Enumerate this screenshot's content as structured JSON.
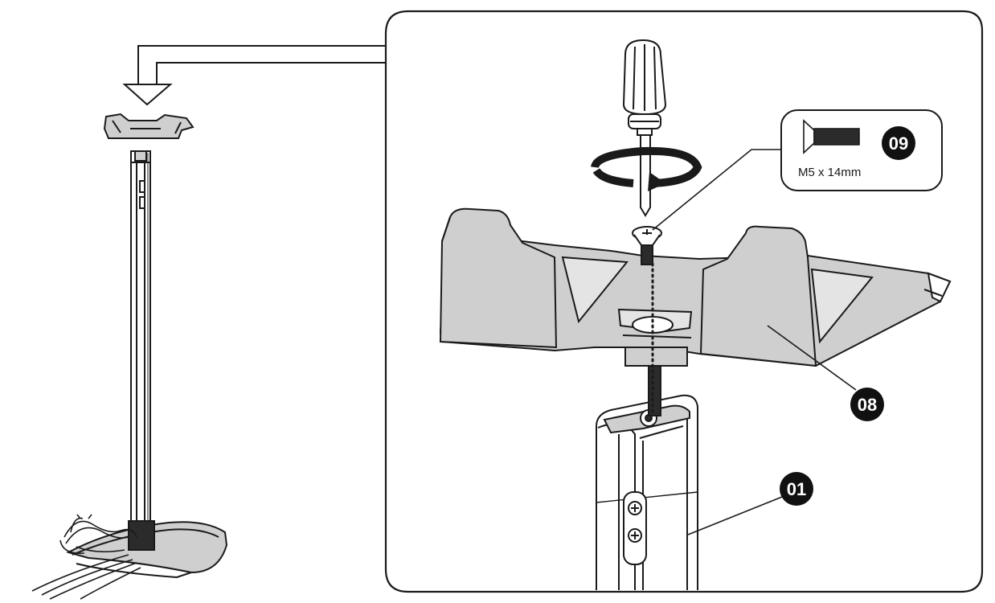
{
  "parts": {
    "screw": {
      "label": "09",
      "size": "M5 x 14mm"
    },
    "shelf": {
      "label": "08"
    },
    "column": {
      "label": "01"
    }
  },
  "icons": [
    "screwdriver-icon",
    "rotation-arrow-icon",
    "screw-icon",
    "pointing-arrow-icon"
  ],
  "colors": {
    "line": "#1a1a1a",
    "fill_grey": "#cfcfcf",
    "fill_dark": "#2b2b2b",
    "badge": "#111111"
  }
}
